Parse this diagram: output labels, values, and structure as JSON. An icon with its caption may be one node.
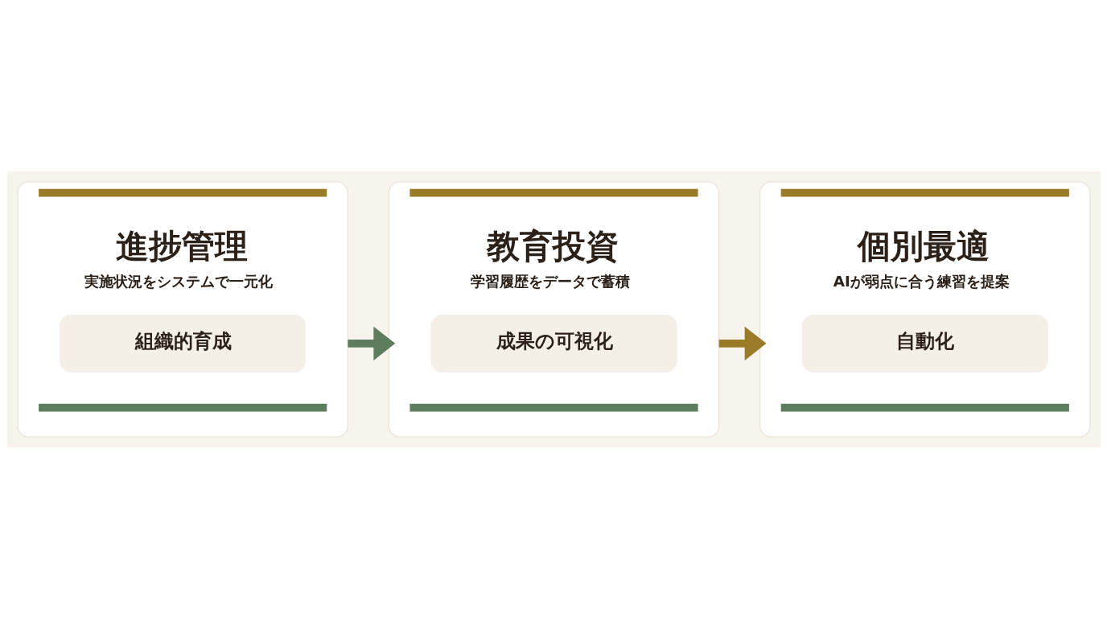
{
  "diagram": {
    "nodes": [
      {
        "text": [
          "進捗管理",
          "実施状況をシステムで一元化"
        ]
      },
      {
        "text": [
          "組織的育成"
        ],
        "in": 0
      },
      {
        "text": [
          "教育投資",
          "学習履歴をデータで蓄積"
        ]
      },
      {
        "text": [
          "成果の可視化"
        ],
        "in": 2
      },
      {
        "text": [
          "個別最適",
          "AIが弱点に合う練習を提案"
        ]
      },
      {
        "text": [
          "自動化"
        ],
        "in": 4
      }
    ],
    "edges": [
      {
        "from": 0,
        "to": 2,
        "arrow": "to",
        "color": "#5e7d5e"
      },
      {
        "from": 2,
        "to": 4,
        "arrow": "to",
        "color": "#9a7b28"
      }
    ]
  }
}
